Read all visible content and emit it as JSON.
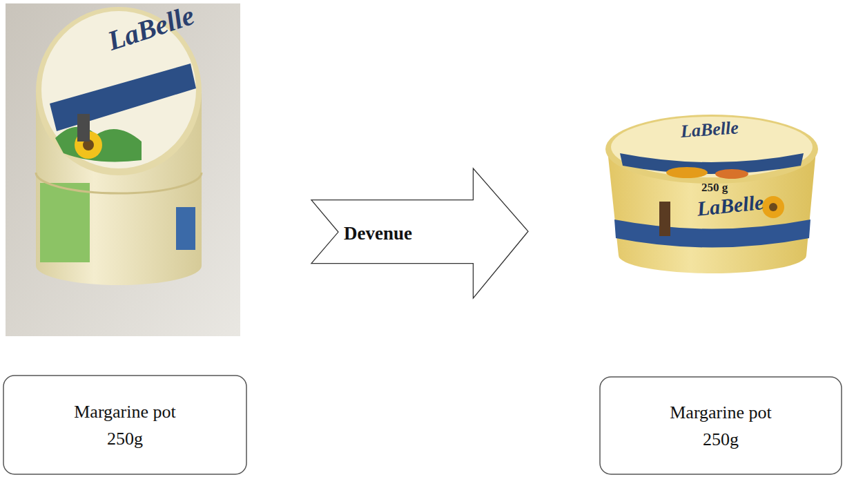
{
  "diagram": {
    "nodes": [
      {
        "text": [
          "Devenue"
        ]
      },
      {
        "text": [
          "Margarine pot 250g"
        ]
      },
      {
        "text": [
          "Margarine pot 250g"
        ]
      }
    ],
    "labels": [
      "LaBelle",
      "LaBelle",
      "250 g",
      "LaBelle"
    ]
  }
}
